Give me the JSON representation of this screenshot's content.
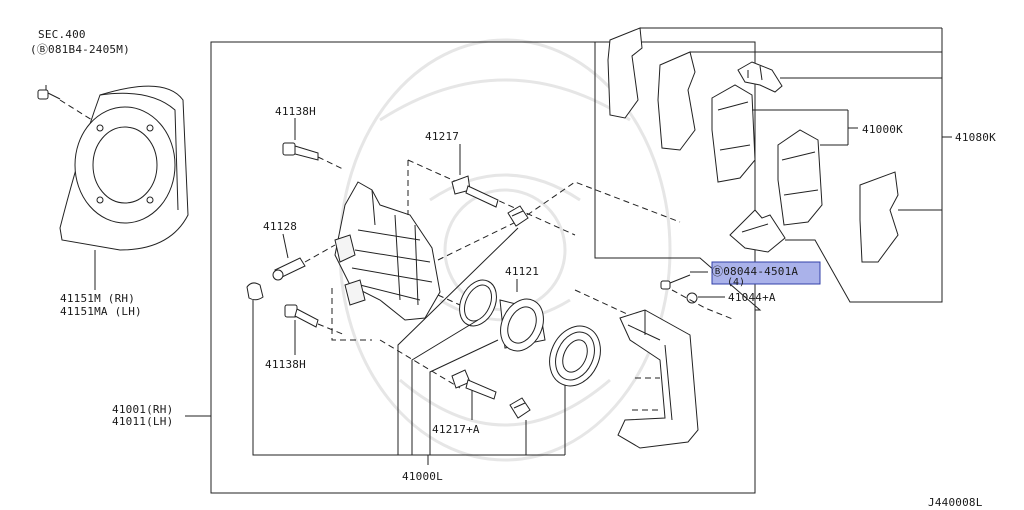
{
  "diagram_id": "J440008L",
  "labels": {
    "sec": "SEC.400",
    "sec_ref": "(Ⓑ081B4-2405M)",
    "l_41151m": "41151M  (RH)",
    "l_41151ma": "41151MA (LH)",
    "l_41138h_top": "41138H",
    "l_41138h_bottom": "41138H",
    "l_41128": "41128",
    "l_41217": "41217",
    "l_41217a": "41217+A",
    "l_41121": "41121",
    "l_41000l": "41000L",
    "l_41001": "41001(RH)",
    "l_41011": "41011(LH)",
    "l_41000k": "41000K",
    "l_41080k": "41080K",
    "l_bolt": "Ⓑ08044-4501A",
    "l_bolt_qty": "(4)",
    "l_41044a": "41044+A"
  },
  "colors": {
    "highlight_fill": "#aab2ea",
    "highlight_stroke": "#3340a8",
    "line": "#222222"
  }
}
